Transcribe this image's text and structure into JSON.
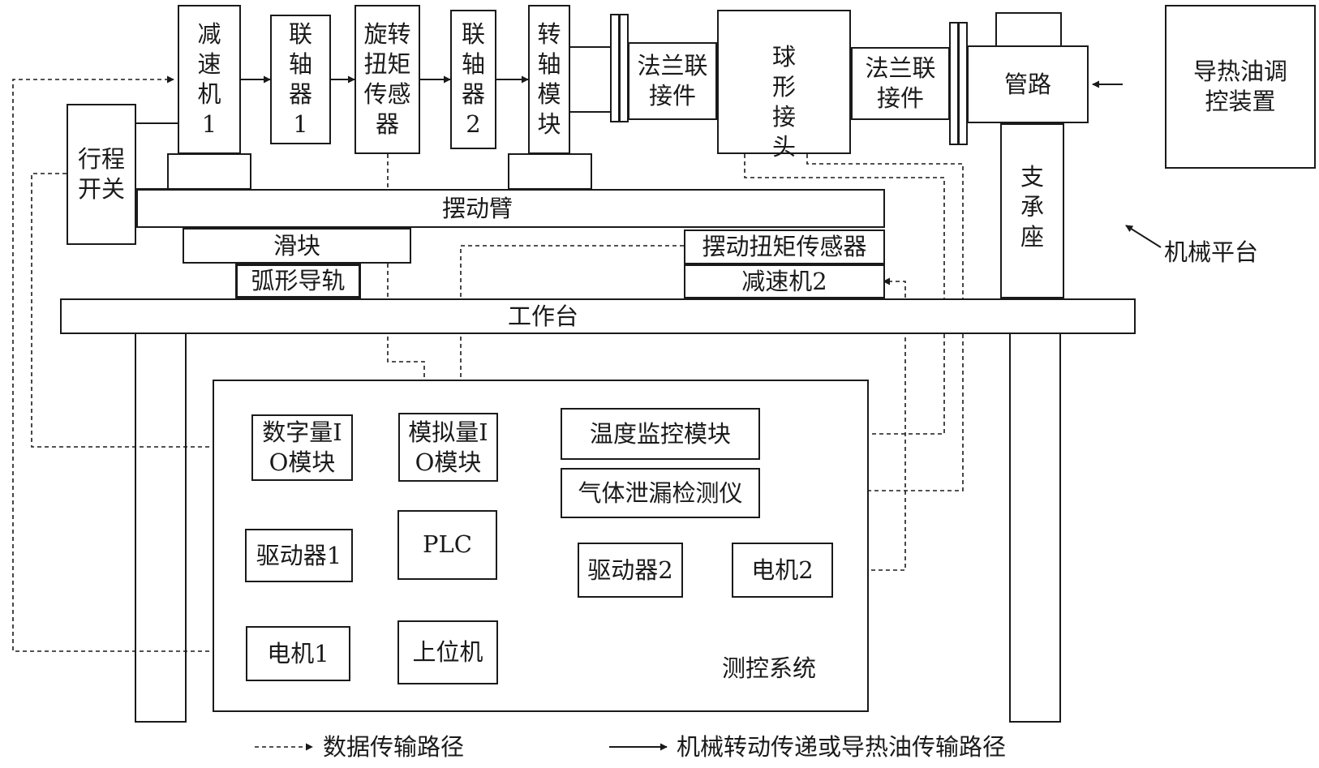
{
  "nodes": {
    "reducer1": "减速机1",
    "coupling1": "联轴器1",
    "rotary_torque_sensor": "旋转扭矩传感器",
    "coupling2": "联轴器2",
    "shaft_module": "转轴模块",
    "flange_left": "法兰联接件",
    "ball_joint": "球形接头",
    "flange_right": "法兰联接件",
    "pipeline": "管路",
    "oil_control": "导热油调控装置",
    "limit_switch": "行程开关",
    "swing_arm": "摆动臂",
    "slider": "滑块",
    "arc_rail": "弧形导轨",
    "swing_torque_sensor": "摆动扭矩传感器",
    "reducer2": "减速机2",
    "support": "支承座",
    "worktable": "工作台",
    "mech_platform": "机械平台",
    "digital_io": "数字量IO模块",
    "analog_io": "模拟量IO模块",
    "temp_monitor": "温度监控模块",
    "gas_leak": "气体泄漏检测仪",
    "plc": "PLC",
    "driver1": "驱动器1",
    "driver2": "驱动器2",
    "motor1": "电机1",
    "motor2": "电机2",
    "host_pc": "上位机",
    "control_system": "测控系统"
  },
  "legend": {
    "data_path": "数据传输路径",
    "mech_path": "机械转动传递或导热油传输路径"
  }
}
